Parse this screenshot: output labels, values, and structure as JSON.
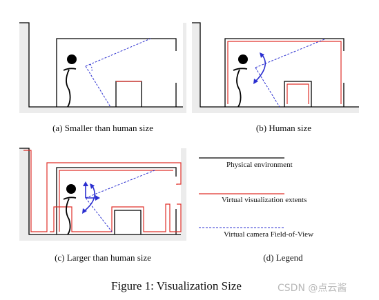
{
  "captions": {
    "a": "(a) Smaller than human size",
    "b": "(b) Human size",
    "c": "(c) Larger than human size",
    "d": "(d) Legend"
  },
  "legend": {
    "physical": "Physical environment",
    "virtual": "Virtual visualization extents",
    "camera": "Virtual camera Field-of-View"
  },
  "figure_title": "Figure 1: Visualization Size",
  "watermark": "CSDN @点云酱",
  "colors": {
    "physical": "#000000",
    "virtual": "#e0302a",
    "camera": "#2b2fd0",
    "background": "#ffffff",
    "panel": "#ececec"
  }
}
